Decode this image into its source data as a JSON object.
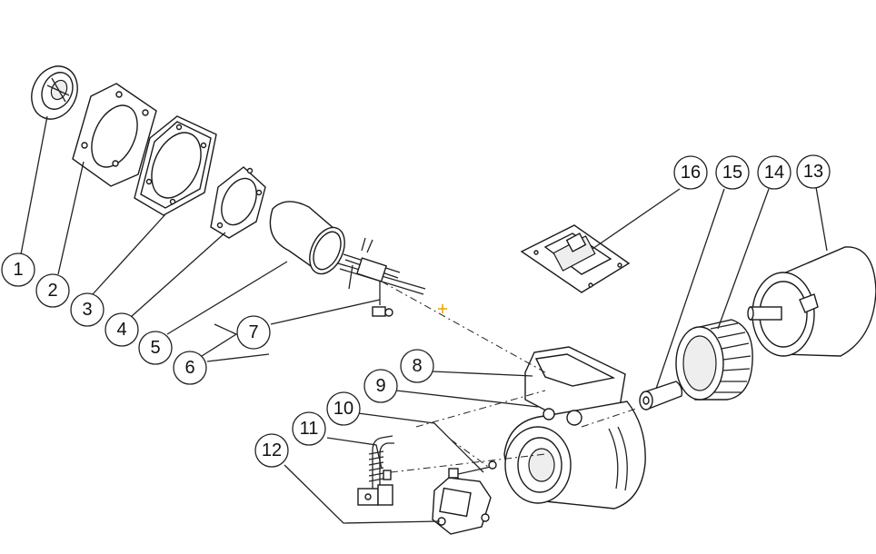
{
  "callouts": [
    {
      "id": "1",
      "label": "1"
    },
    {
      "id": "2",
      "label": "2"
    },
    {
      "id": "3",
      "label": "3"
    },
    {
      "id": "4",
      "label": "4"
    },
    {
      "id": "5",
      "label": "5"
    },
    {
      "id": "6",
      "label": "6"
    },
    {
      "id": "7",
      "label": "7"
    },
    {
      "id": "8",
      "label": "8"
    },
    {
      "id": "9",
      "label": "9"
    },
    {
      "id": "10",
      "label": "10"
    },
    {
      "id": "11",
      "label": "11"
    },
    {
      "id": "12",
      "label": "12"
    },
    {
      "id": "13",
      "label": "13"
    },
    {
      "id": "14",
      "label": "14"
    },
    {
      "id": "15",
      "label": "15"
    },
    {
      "id": "16",
      "label": "16"
    }
  ],
  "colors": {
    "line": "#222222",
    "axis_marker": "#e8a300"
  }
}
